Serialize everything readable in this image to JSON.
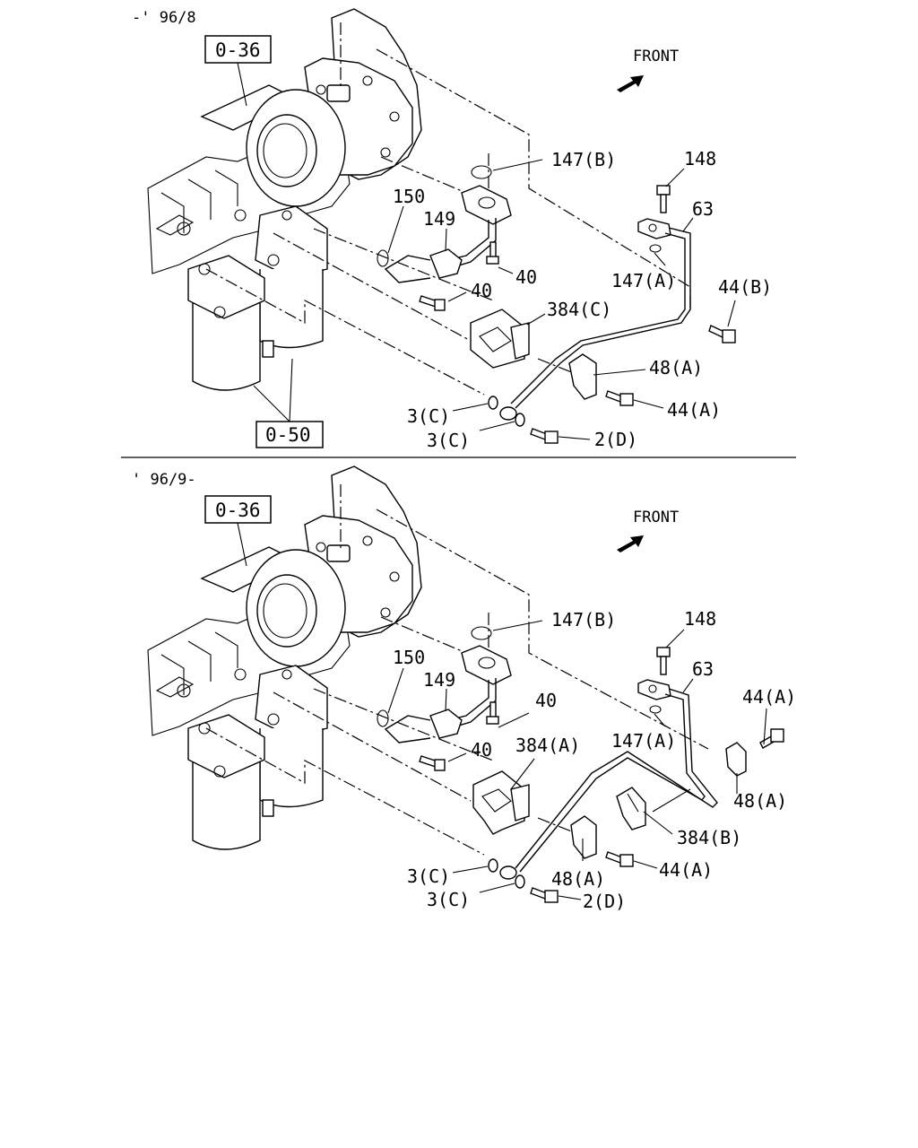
{
  "panels": [
    {
      "period": "-' 96/8",
      "front_label": "FRONT",
      "ref_boxes": [
        "0-36",
        "0-50"
      ],
      "callouts": {
        "p147b": "147(B)",
        "p148": "148",
        "p63": "63",
        "p150": "150",
        "p149": "149",
        "p40a": "40",
        "p40b": "40",
        "p147a": "147(A)",
        "p44b": "44(B)",
        "p384": "384(C)",
        "p48a": "48(A)",
        "p44a": "44(A)",
        "p3c1": "3(C)",
        "p3c2": "3(C)",
        "p2d": "2(D)"
      }
    },
    {
      "period": "' 96/9-",
      "front_label": "FRONT",
      "ref_boxes": [
        "0-36"
      ],
      "callouts": {
        "p147b": "147(B)",
        "p148": "148",
        "p63": "63",
        "p150": "150",
        "p149": "149",
        "p40a": "40",
        "p40b": "40",
        "p384a": "384(A)",
        "p147a": "147(A)",
        "p44a_top": "44(A)",
        "p48a_right": "48(A)",
        "p384b": "384(B)",
        "p48a_bottom": "48(A)",
        "p44a": "44(A)",
        "p3c1": "3(C)",
        "p3c2": "3(C)",
        "p2d": "2(D)"
      }
    }
  ]
}
